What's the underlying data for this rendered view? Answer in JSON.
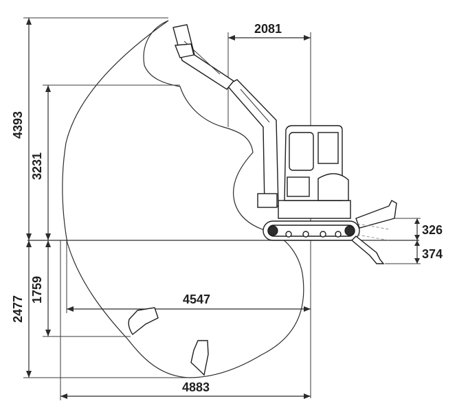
{
  "dimensions": {
    "max_height": "4393",
    "max_dump_height": "3231",
    "max_dig_depth": "2477",
    "vertical_wall_depth": "1759",
    "tail_radius": "2081",
    "dig_reach_at_ground": "4547",
    "max_reach": "4883",
    "blade_lift": "326",
    "blade_drop": "374"
  }
}
